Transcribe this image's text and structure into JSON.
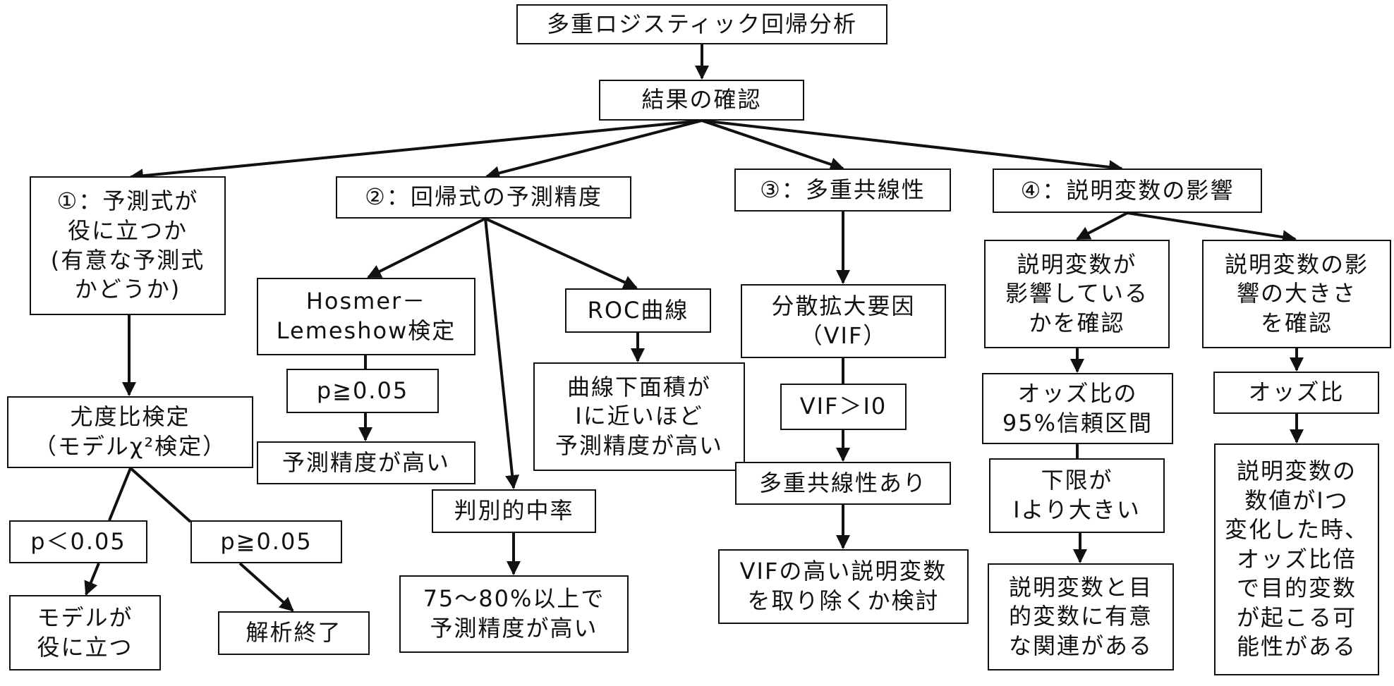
{
  "title": "多重ロジスティック回帰分析",
  "confirm": "結果の確認",
  "branch1": {
    "heading": [
      "①：予測式が",
      "役に立つか",
      "(有意な予測式",
      "かどうか)"
    ],
    "test": [
      "尤度比検定",
      "（モデルχ²検定）"
    ],
    "sig": "p＜0.05",
    "nonsig": "p≧0.05",
    "sig_result": [
      "モデルが",
      "役に立つ"
    ],
    "nonsig_result": "解析終了"
  },
  "branch2": {
    "heading": "②：回帰式の予測精度",
    "hosmer": [
      "Hosmer－",
      "Lemeshow検定"
    ],
    "hosmer_cond": "p≧0.05",
    "hosmer_result": "予測精度が高い",
    "roc": "ROC曲線",
    "roc_result": [
      "曲線下面積が",
      "Iに近いほど",
      "予測精度が高い"
    ],
    "hit": "判別的中率",
    "hit_result": [
      "75～80%以上で",
      "予測精度が高い"
    ]
  },
  "branch3": {
    "heading": "③：多重共線性",
    "vif": [
      "分散拡大要因",
      "（VIF）"
    ],
    "vif_cond": "VIF＞I0",
    "vif_state": "多重共線性あり",
    "vif_result": [
      "VIFの高い説明変数",
      "を取り除くか検討"
    ]
  },
  "branch4": {
    "heading": "④：説明変数の影響",
    "left": {
      "heading": [
        "説明変数が",
        "影響している",
        "かを確認"
      ],
      "ci": [
        "オッズ比の",
        "95%信頼区間"
      ],
      "cond": [
        "下限が",
        "Iより大きい"
      ],
      "result": [
        "説明変数と目",
        "的変数に有意",
        "な関連がある"
      ]
    },
    "right": {
      "heading": [
        "説明変数の影",
        "響の大きさ",
        "を確認"
      ],
      "or": "オッズ比",
      "result": [
        "説明変数の",
        "数値がIつ",
        "変化した時、",
        "オッズ比倍",
        "で目的変数",
        "が起こる可",
        "能性がある"
      ]
    }
  },
  "colors": {
    "stroke": "#111111",
    "background": "#ffffff"
  }
}
